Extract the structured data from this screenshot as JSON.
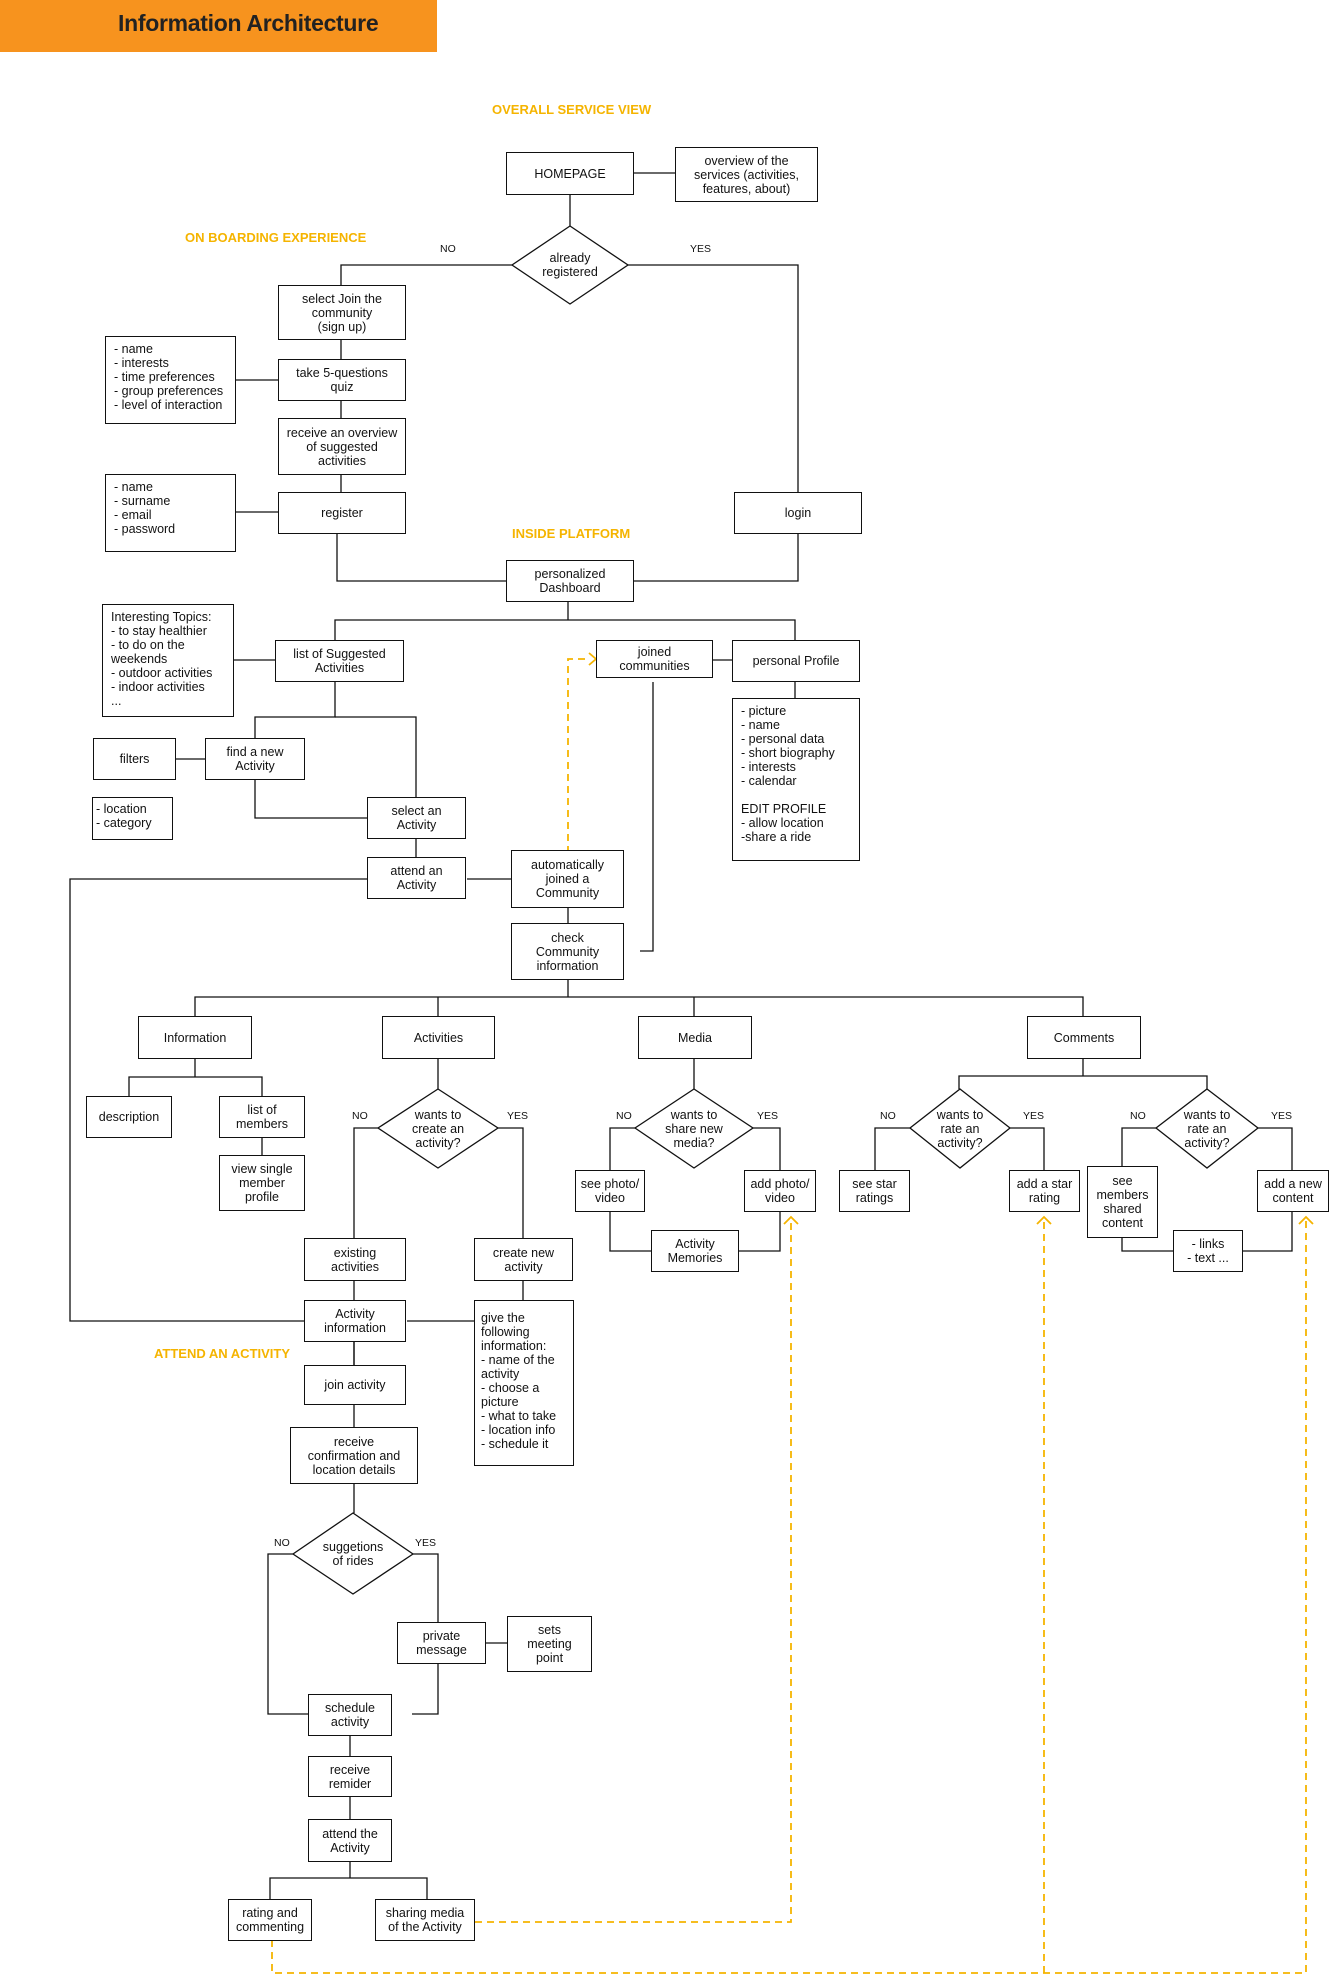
{
  "header": {
    "title": "Information Architecture",
    "accent": "#f7931e"
  },
  "sections": {
    "overall": "OVERALL SERVICE VIEW",
    "onboarding": "ON BOARDING EXPERIENCE",
    "inside": "INSIDE PLATFORM",
    "attend": "ATTEND AN ACTIVITY"
  },
  "nodes": {
    "homepage": "HOMEPAGE",
    "overview": "overview of the\nservices (activities,\nfeatures, about)",
    "registered": "already\nregistered",
    "join": "select Join the\ncommunity\n(sign up)",
    "quiz": "take 5-questions\nquiz",
    "quiz_fields": "- name\n- interests\n- time preferences\n- group preferences\n- level of interaction",
    "overview_activities": "receive an overview\nof suggested\nactivities",
    "register": "register",
    "register_fields": "- name\n- surname\n- email\n- password",
    "login": "login",
    "dashboard": "personalized\nDashboard",
    "suggested": "list of Suggested\nActivities",
    "topics": "Interesting Topics:\n- to stay healthier\n- to do on the\nweekends\n- outdoor activities\n- indoor activities\n...",
    "joined": "joined\ncommunities",
    "profile": "personal Profile",
    "profile_fields": "- picture\n- name\n- personal data\n- short biography\n- interests\n- calendar\n\nEDIT PROFILE\n- allow location\n-share a ride",
    "filters": "filters",
    "filter_fields": "- location\n- category",
    "find": "find a new\nActivity",
    "select": "select an\nActivity",
    "attend": "attend an\nActivity",
    "auto_join": "automatically\njoined a\nCommunity",
    "check": "check\nCommunity\ninformation",
    "information": "Information",
    "activities": "Activities",
    "media": "Media",
    "comments": "Comments",
    "description": "description",
    "members": "list of\nmembers",
    "member_profile": "view single\nmember\nprofile",
    "wants_create": "wants to\ncreate an\nactivity?",
    "wants_media": "wants to\nshare new\nmedia?",
    "wants_rate1": "wants to\nrate an\nactivity?",
    "wants_rate2": "wants to\nrate an\nactivity?",
    "see_photo": "see photo/\nvideo",
    "add_photo": "add photo/\nvideo",
    "memories": "Activity\nMemories",
    "star_ratings": "see star\nratings",
    "add_star": "add a star\nrating",
    "shared_content": "see\nmembers\nshared\ncontent",
    "add_content": "add a new\ncontent",
    "links": "- links\n- text ...",
    "existing": "existing\nactivities",
    "create": "create new\nactivity",
    "activity_info": "Activity\ninformation",
    "give_info": "give the\nfollowing\ninformation:\n- name of the\nactivity\n- choose a\npicture\n- what to take\n- location info\n- schedule it",
    "join_activity": "join activity",
    "confirmation": "receive\nconfirmation and\nlocation details",
    "rides": "suggetions\nof rides",
    "private": "private\nmessage",
    "meeting": "sets\nmeeting\npoint",
    "schedule": "schedule\nactivity",
    "reminder": "receive\nremider",
    "attend_activity": "attend the\nActivity",
    "rating": "rating and\ncommenting",
    "sharing": "sharing media\nof the Activity"
  },
  "labels": {
    "yes": "YES",
    "no": "NO"
  },
  "colors": {
    "line": "#111111",
    "dashed": "#f5b400",
    "section": "#f5b400"
  }
}
